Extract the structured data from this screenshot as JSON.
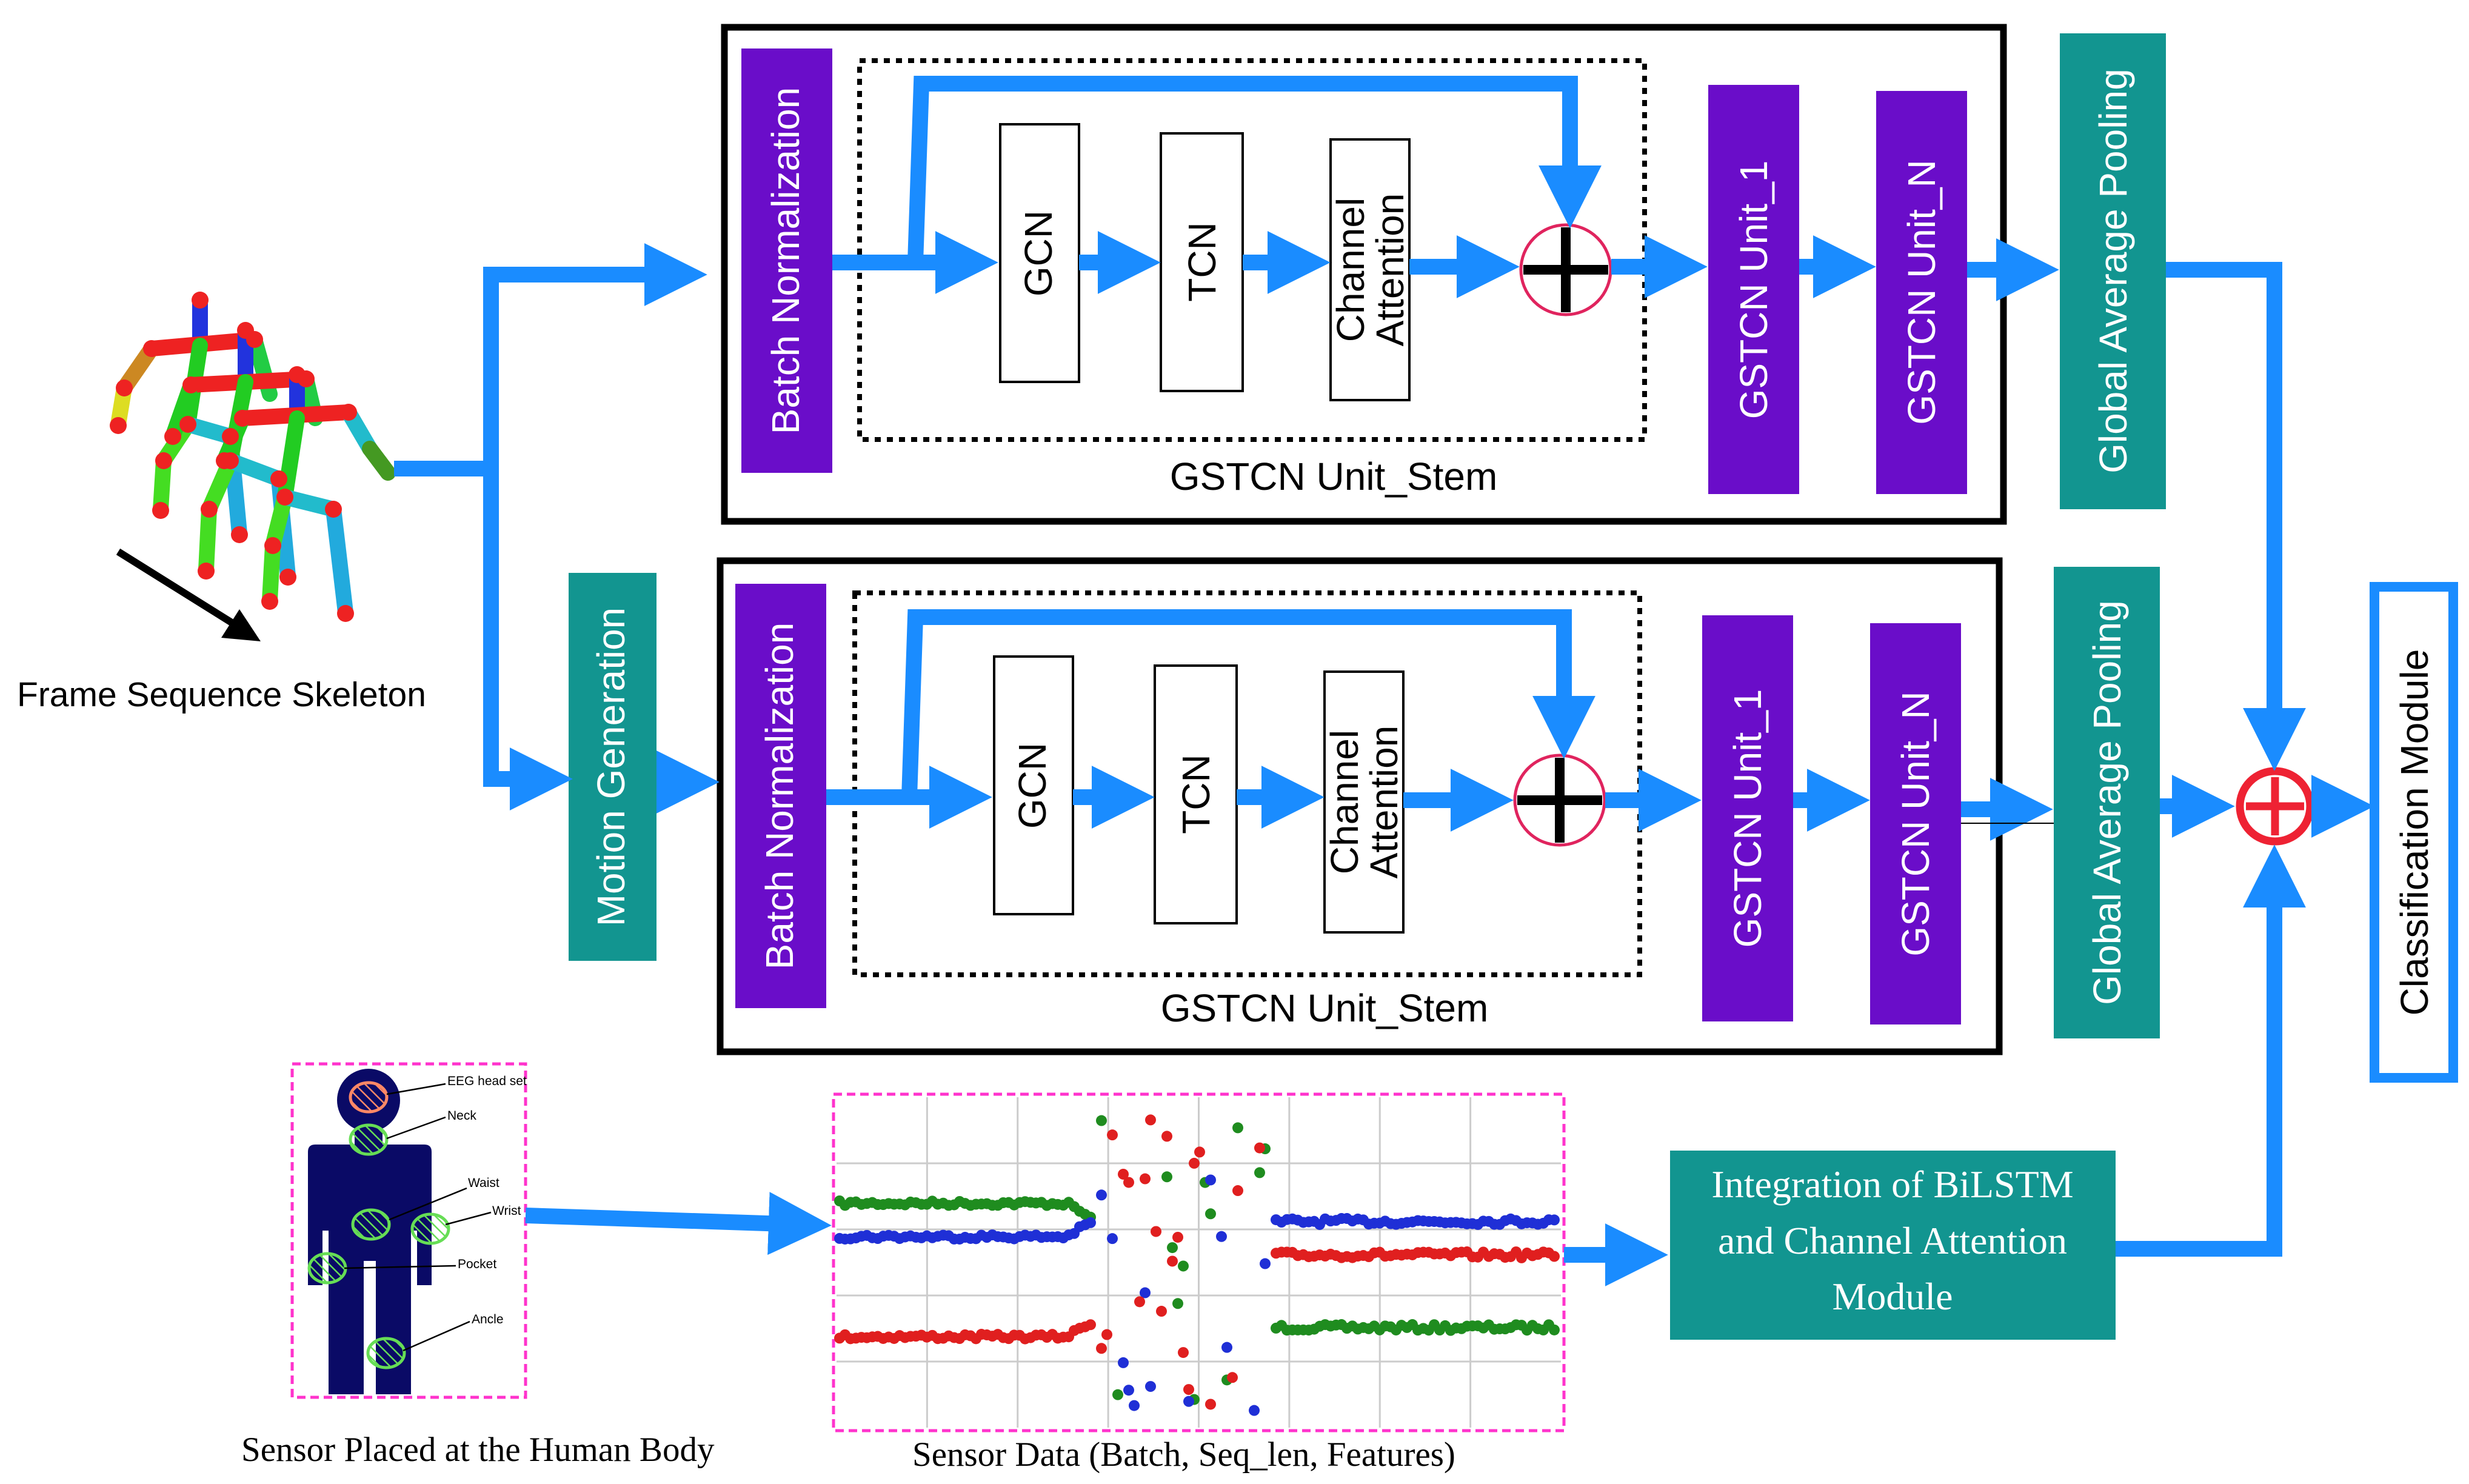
{
  "colors": {
    "arrow": "#1a8cff",
    "purple": "#6a0dc9",
    "teal": "#129590",
    "frame": "#000000",
    "plus_circle": "#e0245e",
    "plus_red": "#ee2233",
    "classification_border": "#1a8cff",
    "sensor_border": "#ff33cc"
  },
  "skeleton": {
    "caption": "Frame Sequence Skeleton"
  },
  "branch_top": {
    "batch_norm": "Batch Normalization",
    "gcn": "GCN",
    "tcn": "TCN",
    "attention_line1": "Channel",
    "attention_line2": "Attention",
    "stem_label": "GSTCN Unit_Stem",
    "unit_1": "GSTCN Unit_1",
    "unit_n": "GSTCN Unit_N",
    "pooling": "Global Average Pooling"
  },
  "branch_bottom": {
    "motion": "Motion Generation",
    "batch_norm": "Batch Normalization",
    "gcn": "GCN",
    "tcn": "TCN",
    "attention_line1": "Channel",
    "attention_line2": "Attention",
    "stem_label": "GSTCN Unit_Stem",
    "unit_1": "GSTCN Unit_1",
    "unit_n": "GSTCN Unit_N",
    "pooling": "Global Average Pooling"
  },
  "classification": "Classification Module",
  "sensor": {
    "body_caption": "Sensor Placed at the Human Body",
    "data_caption": "Sensor Data (Batch, Seq_len, Features)",
    "labels": [
      "EEG head set",
      "Neck",
      "Waist",
      "Wrist",
      "Pocket",
      "Ancle"
    ],
    "series_colors": [
      "#1f8c1f",
      "#1f2fd6",
      "#e01f1f"
    ]
  },
  "integration": {
    "line1": "Integration of BiLSTM",
    "line2": "and Channel Attention",
    "line3": "Module"
  }
}
